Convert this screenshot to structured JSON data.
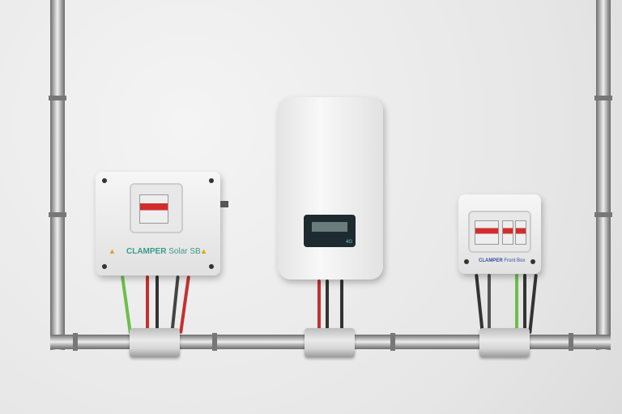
{
  "string_box_label": {
    "brand": "CLAMPER",
    "product": "Solar SB"
  },
  "front_box_label": {
    "brand": "CLAMPER",
    "product": "Front Box"
  },
  "inverter": {
    "display_icon": "lcd-display",
    "badge": "4G"
  },
  "colors": {
    "brand_green": "#3a9b8a",
    "brand_blue": "#2f4fa0",
    "breaker_red": "#d22d2d"
  }
}
